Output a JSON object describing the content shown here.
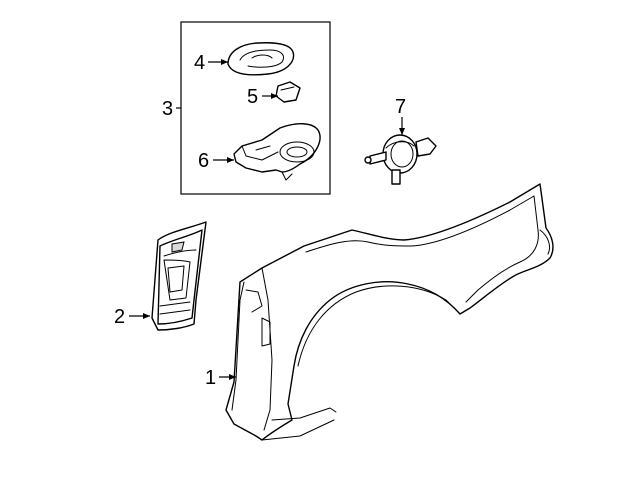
{
  "callouts": {
    "c1": "1",
    "c2": "2",
    "c3": "3",
    "c4": "4",
    "c5": "5",
    "c6": "6",
    "c7": "7"
  },
  "parts": {
    "p1": "quarter-panel",
    "p2": "lamp-housing-panel",
    "p3": "fuel-door-group",
    "p4": "fuel-door",
    "p5": "fuel-door-bumper",
    "p6": "fuel-door-housing",
    "p7": "fuel-door-actuator"
  },
  "colors": {
    "line": "#000000",
    "background": "#ffffff",
    "shade": "#d9d9d9"
  }
}
